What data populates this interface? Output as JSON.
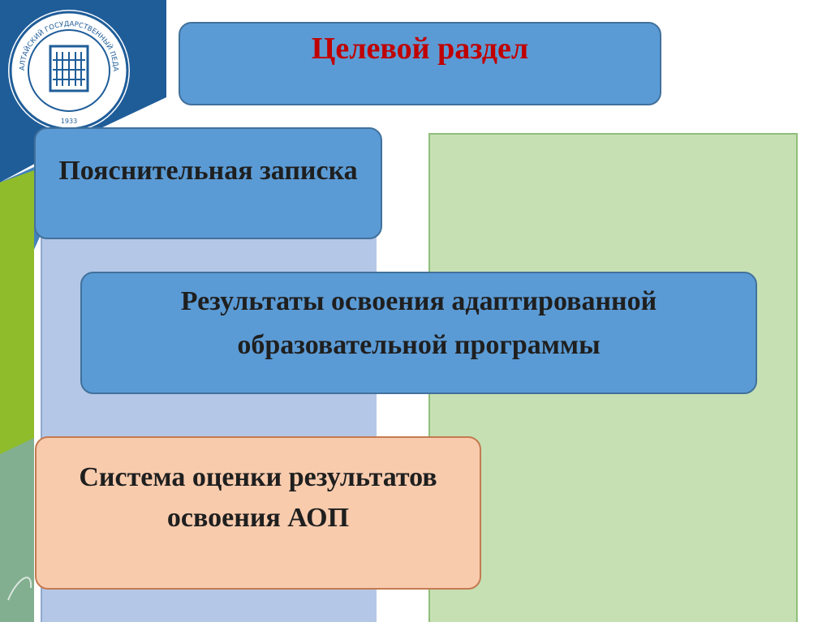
{
  "header": {
    "title": "Целевой раздел"
  },
  "sections": {
    "explanatory_note": "Пояснительная записка",
    "results": "Результаты освоения адаптированной образовательной программы",
    "assessment_system": "Система оценки результатов освоения АОП"
  },
  "logo": {
    "text": "АЛТАЙСКИЙ ГОСУДАРСТВЕННЫЙ ПЕДАГОГИЧЕСКИЙ УНИВЕРСИТЕТ",
    "year": "1933"
  },
  "colors": {
    "blue_box": "#5b9bd5",
    "title_red": "#c00000",
    "left_column": "#b4c7e7",
    "right_column": "#c6e0b4",
    "peach_box": "#f8cbad",
    "sidebar_blue": "#1f5d99",
    "sidebar_green": "#8fbc2a"
  }
}
